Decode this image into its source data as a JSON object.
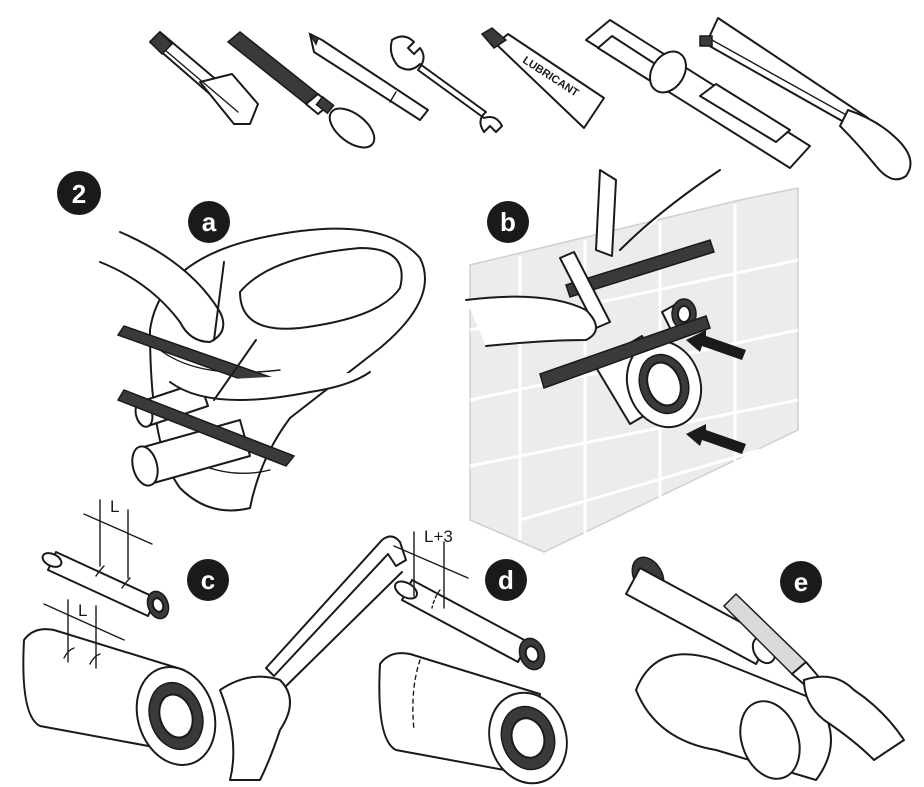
{
  "step": {
    "number": "2"
  },
  "panels": {
    "a": {
      "badge": "a"
    },
    "b": {
      "badge": "b"
    },
    "c": {
      "badge": "c",
      "dim_upper": "L",
      "dim_lower": "L"
    },
    "d": {
      "badge": "d",
      "dim": "L+3"
    },
    "e": {
      "badge": "e"
    }
  },
  "tools": {
    "lubricant_label": "LUBRICANT"
  },
  "icons": [
    "utility-knife-icon",
    "file-icon",
    "pencil-icon",
    "wrench-icon",
    "lubricant-tube-icon",
    "spirit-level-icon",
    "hacksaw-icon"
  ]
}
